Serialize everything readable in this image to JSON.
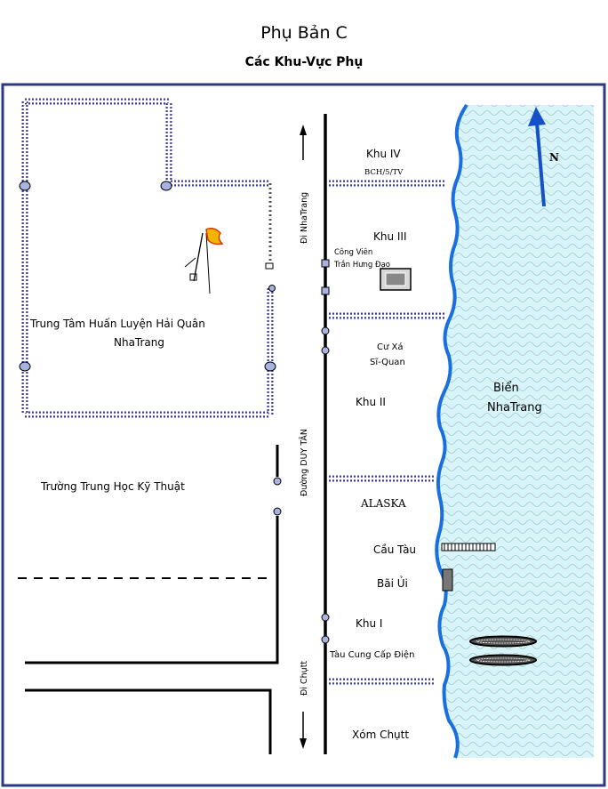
{
  "title": "Phụ Bản C",
  "subtitle": "Các Khu-Vực Phụ",
  "labels": {
    "north": "N",
    "khu4": "Khu IV",
    "bch": "BCH/5/TV",
    "khu3": "Khu III",
    "park1": "Công Viên",
    "park2": "Trần Hưng Đạo",
    "cuxa1": "Cư Xá",
    "cuxa2": "Sĩ-Quan",
    "khu2": "Khu II",
    "sea1": "Biển",
    "sea2": "NhaTrang",
    "alaska": "ALASKA",
    "pier": "Cầu Tàu",
    "baiui": "Bãi Ủi",
    "khu1": "Khu I",
    "power_ship": "Tàu Cung Cấp Điện",
    "xom": "Xóm Chụtt",
    "center1": "Trung Tâm Huấn Luyện Hải Quân",
    "center2": "NhaTrang",
    "school": "Trường Trung Học Kỹ Thuật",
    "road_nt": "Đi NhaTrang",
    "road_dt": "Đường DUY TÂN",
    "road_ch": "Đi Chụtt"
  },
  "colors": {
    "sea": "#d8f4f8",
    "shore": "#1a6fe0",
    "wire": "#3b3b9c",
    "arrow": "#1450c8",
    "frame": "#2a3a8a",
    "marker": "#a8b4e0"
  }
}
